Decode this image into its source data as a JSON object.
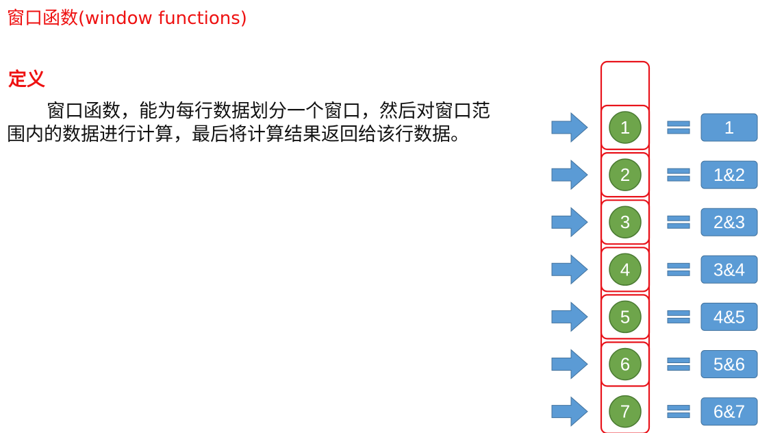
{
  "title": "窗口函数(window functions)",
  "definition": {
    "heading": "定义",
    "body": "窗口函数，能为每行数据划分一个窗口，然后对窗口范围内的数据进行计算，最后将计算结果返回给该行数据。"
  },
  "diagram": {
    "rows": [
      {
        "input": "1",
        "result": "1"
      },
      {
        "input": "2",
        "result": "1&2"
      },
      {
        "input": "3",
        "result": "2&3"
      },
      {
        "input": "4",
        "result": "3&4"
      },
      {
        "input": "5",
        "result": "4&5"
      },
      {
        "input": "6",
        "result": "5&6"
      },
      {
        "input": "7",
        "result": "6&7"
      }
    ]
  },
  "colors": {
    "title": "#ee1111",
    "window_frame": "#e8141c",
    "circle_fill": "#6ea54b",
    "circle_stroke": "#4a7a32",
    "arrow_fill": "#5b9bd5",
    "result_fill": "#5b9bd5"
  }
}
